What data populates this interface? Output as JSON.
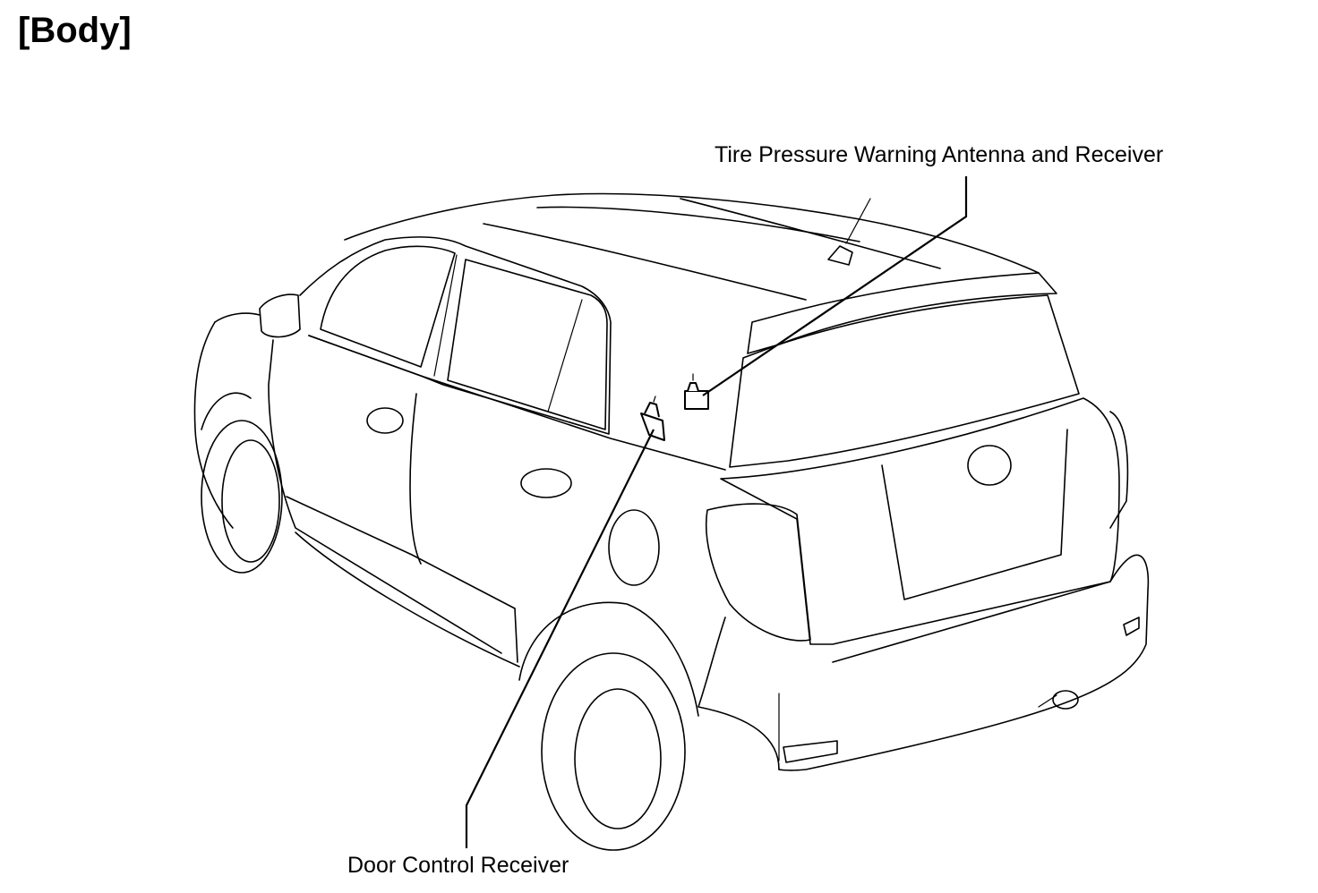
{
  "page": {
    "title": "[Body]"
  },
  "callouts": {
    "tpwar": "Tire Pressure Warning Antenna and Receiver",
    "dcr": "Door Control Receiver"
  }
}
